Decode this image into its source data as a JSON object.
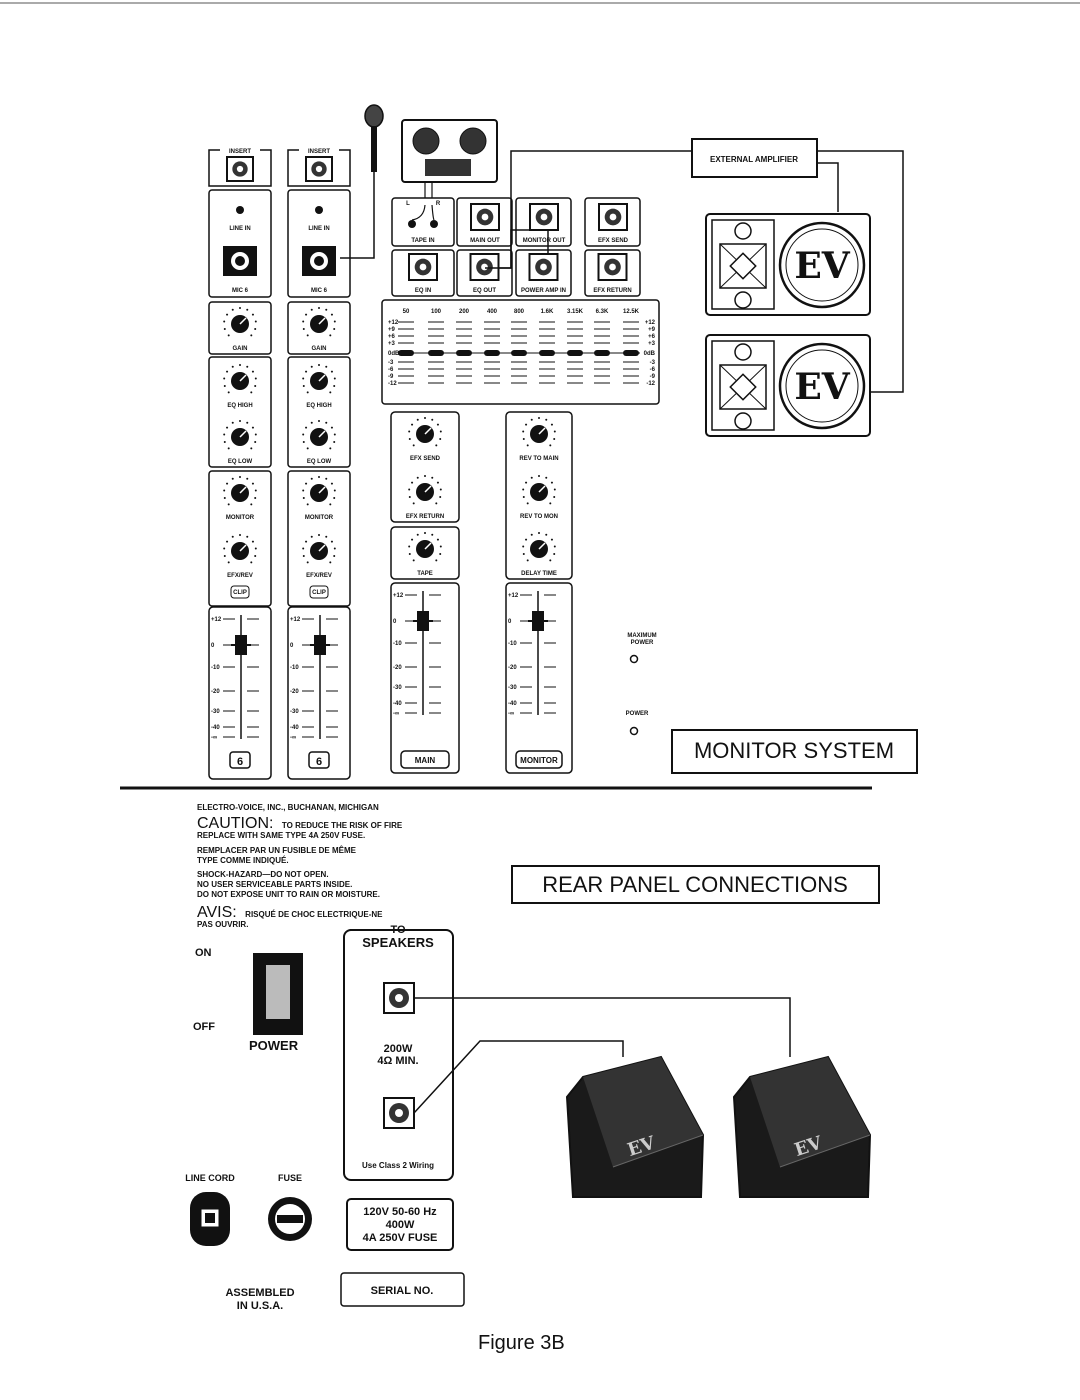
{
  "mixer": {
    "insert_label": "INSERT",
    "line_in_label": "LINE IN",
    "mic_label": "MIC 6",
    "gain_label": "GAIN",
    "eq_high_label": "EQ HIGH",
    "eq_low_label": "EQ LOW",
    "monitor_label": "MONITOR",
    "efx_rev_label": "EFX/REV",
    "clip_label": "CLIP",
    "channel_number": "6",
    "fader_scale": [
      "+12",
      "0",
      "-10",
      "-20",
      "-30",
      "-40",
      "-∞"
    ]
  },
  "master": {
    "tape_in": "TAPE IN",
    "main_out": "MAIN OUT",
    "monitor_out": "MONITOR OUT",
    "efx_send_jack": "EFX SEND",
    "eq_in": "EQ IN",
    "eq_out": "EQ OUT",
    "power_amp_in": "POWER AMP IN",
    "efx_return_jack": "EFX RETURN",
    "lr": [
      "L",
      "R"
    ],
    "eq_freqs": [
      "50",
      "100",
      "200",
      "400",
      "800",
      "1.6K",
      "3.15K",
      "6.3K",
      "12.5K"
    ],
    "eq_scale_left": [
      "+12",
      "+9",
      "+6",
      "+3",
      "0dB",
      "-3",
      "-6",
      "-9",
      "-12"
    ],
    "eq_scale_right": [
      "+12",
      "+9",
      "+6",
      "+3",
      "0dB",
      "-3",
      "-6",
      "-9",
      "-12"
    ],
    "efx_send_knob": "EFX SEND",
    "efx_return_knob": "EFX RETURN",
    "tape_knob": "TAPE",
    "rev_to_main": "REV TO MAIN",
    "rev_to_mon": "REV TO MON",
    "delay_time": "DELAY TIME",
    "main_button": "MAIN",
    "monitor_button": "MONITOR",
    "maximum_power": "MAXIMUM POWER",
    "power_led": "POWER"
  },
  "external_amplifier": "EXTERNAL AMPLIFIER",
  "speaker_logo": "EV",
  "titles": {
    "monitor_system": "MONITOR SYSTEM",
    "rear_panel": "REAR PANEL CONNECTIONS",
    "figure": "Figure 3B"
  },
  "rear": {
    "maker": "ELECTRO-VOICE, INC., BUCHANAN, MICHIGAN",
    "caution_word": "CAUTION:",
    "caution_rest": "TO REDUCE THE RISK OF FIRE",
    "caution_line2": "REPLACE WITH SAME TYPE 4A 250V FUSE.",
    "fr_line1": "REMPLACER PAR UN FUSIBLE DE MÊME",
    "fr_line2": "TYPE COMME INDIQUÉ.",
    "shock1": "SHOCK-HAZARD—DO NOT OPEN.",
    "shock2": "NO USER SERVICEABLE PARTS INSIDE.",
    "shock3": "DO NOT EXPOSE UNIT TO RAIN OR MOISTURE.",
    "avis_word": "AVIS:",
    "avis_rest": "RISQUÉ DE CHOC ELECTRIQUE-NE",
    "avis_line2": "PAS OUVRIR.",
    "on": "ON",
    "off": "OFF",
    "power": "POWER",
    "to": "TO",
    "speakers": "SPEAKERS",
    "rating1": "200W",
    "rating2": "4Ω MIN.",
    "class2": "Use Class 2 Wiring",
    "line_cord": "LINE CORD",
    "fuse": "FUSE",
    "spec1": "120V 50-60 Hz",
    "spec2": "400W",
    "spec3": "4A 250V FUSE",
    "assembled1": "ASSEMBLED",
    "assembled2": "IN U.S.A.",
    "serial": "SERIAL NO."
  }
}
